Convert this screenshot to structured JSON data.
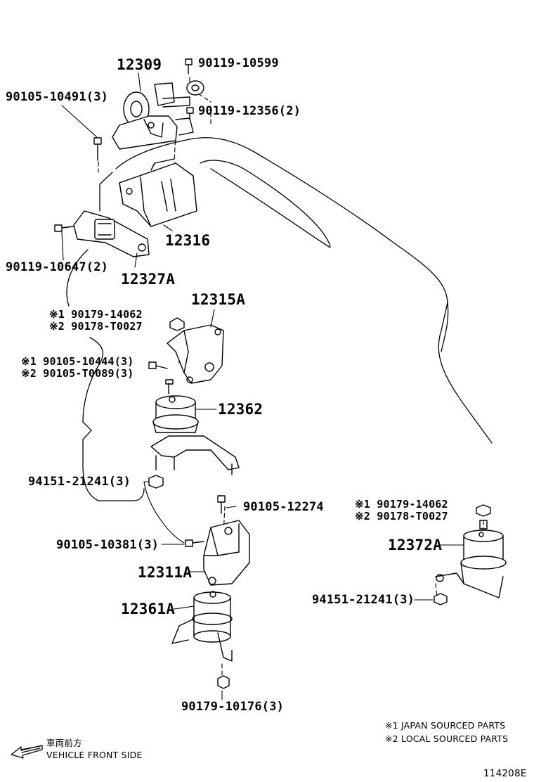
{
  "parts": {
    "p12309": "12309",
    "p90119_10599": "90119-10599",
    "p90105_10491": "90105-10491(3)",
    "p90119_12356": "90119-12356(2)",
    "p12316": "12316",
    "p90119_10647": "90119-10647(2)",
    "p12327A": "12327A",
    "p12315A": "12315A",
    "n1_90179_14062": "※1 90179-14062",
    "n2_90178_T0027": "※2 90178-T0027",
    "n1_90105_10444": "※1 90105-10444(3)",
    "n2_90105_T0089": "※2 90105-T0089(3)",
    "p12362": "12362",
    "p94151_21241_a": "94151-21241(3)",
    "p90105_12274": "90105-12274",
    "p90105_10381": "90105-10381(3)",
    "p12311A": "12311A",
    "r1_90179_14062": "※1 90179-14062",
    "r2_90178_T0027": "※2 90178-T0027",
    "p12372A": "12372A",
    "p94151_21241_b": "94151-21241(3)",
    "p12361A": "12361A",
    "p90179_10176": "90179-10176(3)"
  },
  "notes": {
    "japan": "※1  JAPAN  SOURCED  PARTS",
    "local": "※2  LOCAL  SOURCED  PARTS"
  },
  "direction": {
    "jp": "車両前方",
    "en": "VEHICLE FRONT SIDE"
  },
  "code": "114208E"
}
